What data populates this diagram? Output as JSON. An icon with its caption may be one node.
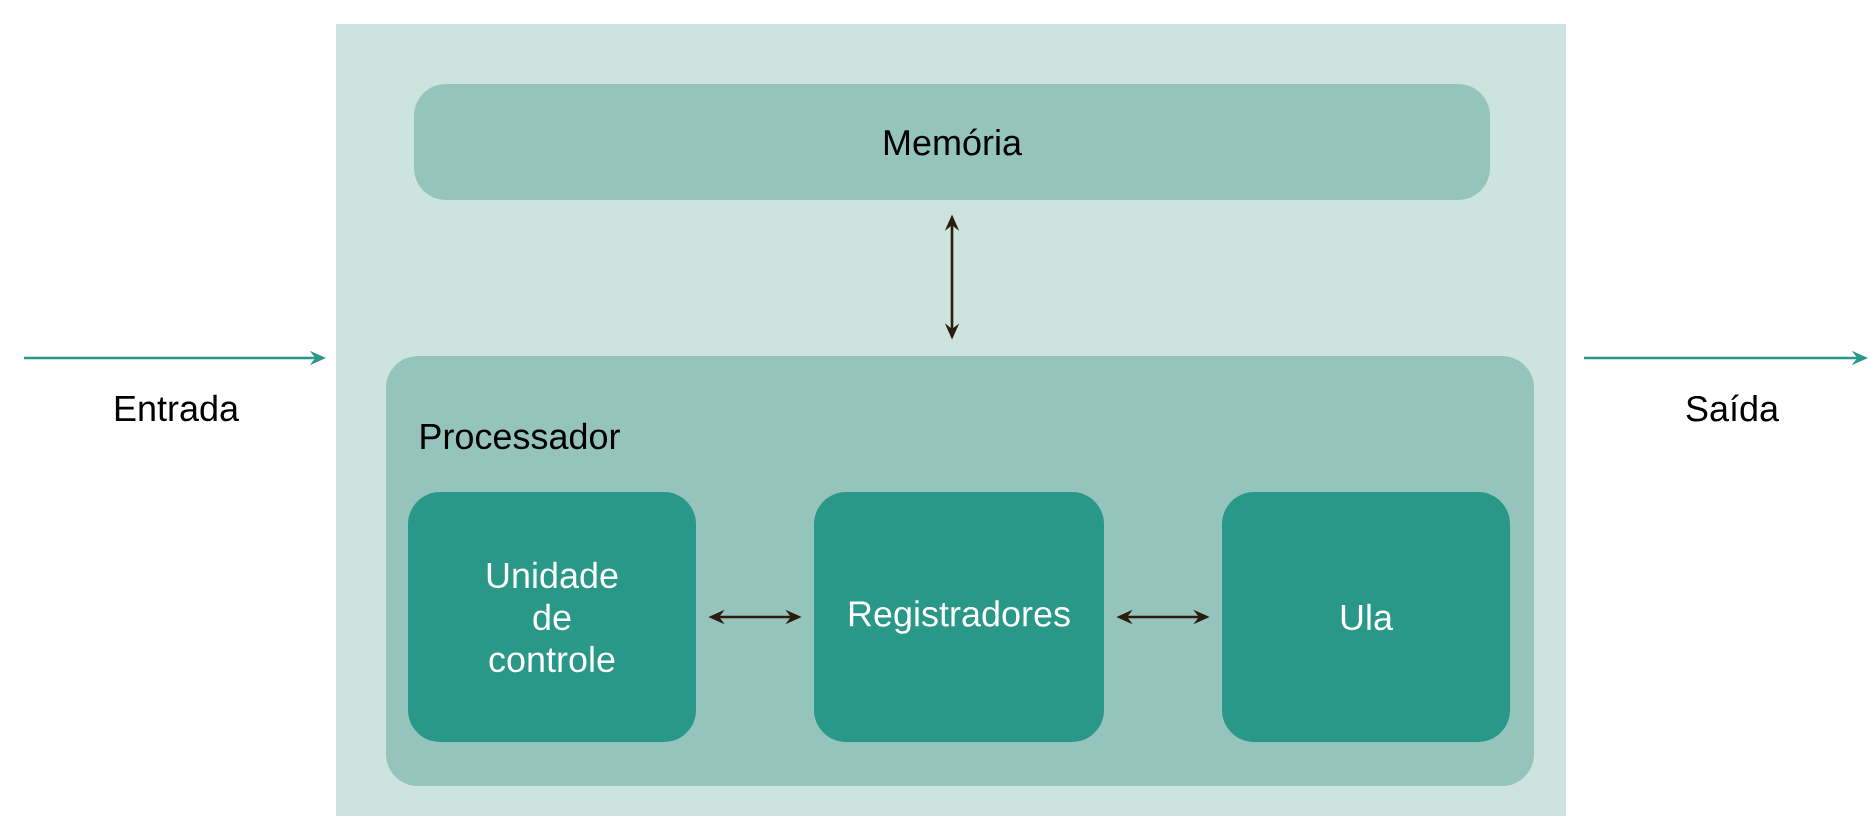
{
  "diagram": {
    "nodes": [
      {
        "text": [],
        "shape": "box"
      },
      {
        "text": [
          "Memória"
        ],
        "in": 0
      },
      {
        "text": [
          "Processador"
        ],
        "in": 0
      },
      {
        "text": [
          "Unidade de controle"
        ],
        "in": 2
      },
      {
        "text": [
          "Registradores"
        ],
        "in": 2
      },
      {
        "text": [
          "Ula"
        ],
        "in": 2
      }
    ],
    "edges": [
      {
        "from": null,
        "to": 0,
        "arrow": "to",
        "label": "Entrada",
        "color": "#2a9889"
      },
      {
        "from": 0,
        "to": null,
        "arrow": "to",
        "label": "Saída",
        "color": "#2a9889"
      },
      {
        "from": 1,
        "to": 2,
        "arrow": "both"
      },
      {
        "from": 3,
        "to": 4,
        "arrow": "both"
      },
      {
        "from": 4,
        "to": 5,
        "arrow": "both"
      }
    ]
  }
}
